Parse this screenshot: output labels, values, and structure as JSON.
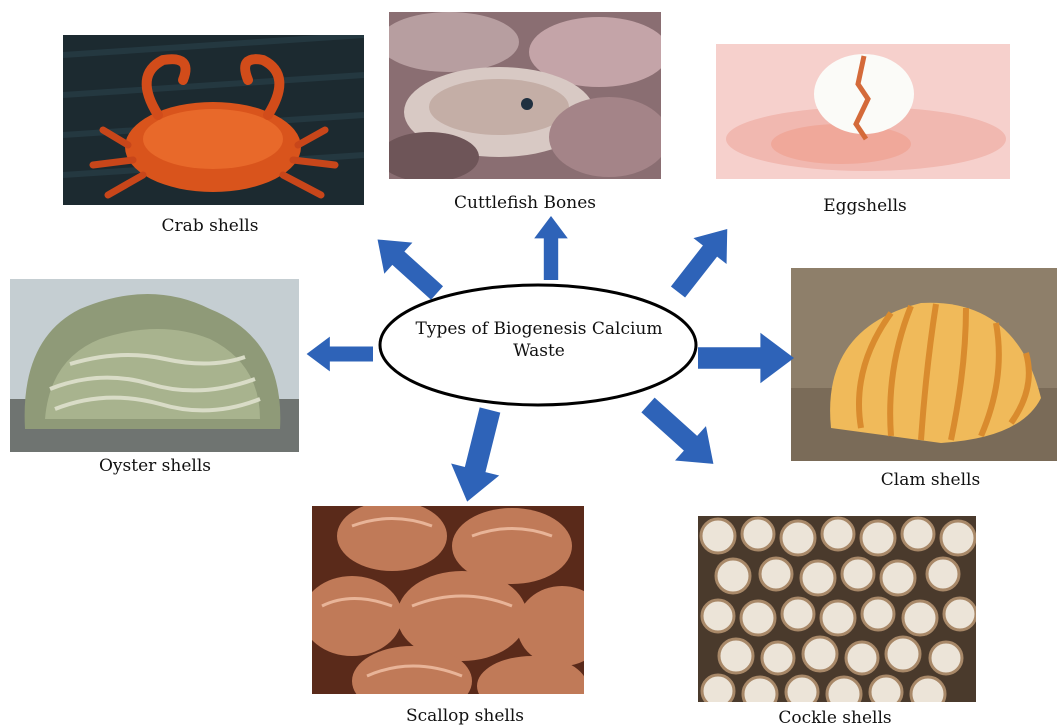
{
  "center": {
    "line1": "Types of Biogenesis Calcium",
    "line2": "Waste"
  },
  "items": [
    {
      "key": "crab",
      "label": "Crab shells"
    },
    {
      "key": "cuttlefish",
      "label": "Cuttlefish Bones"
    },
    {
      "key": "egg",
      "label": "Eggshells"
    },
    {
      "key": "oyster",
      "label": "Oyster shells"
    },
    {
      "key": "clam",
      "label": "Clam shells"
    },
    {
      "key": "scallop",
      "label": "Scallop shells"
    },
    {
      "key": "cockle",
      "label": "Cockle shells"
    }
  ],
  "colors": {
    "arrow": "#2e63b8",
    "ellipse_stroke": "#000000"
  }
}
